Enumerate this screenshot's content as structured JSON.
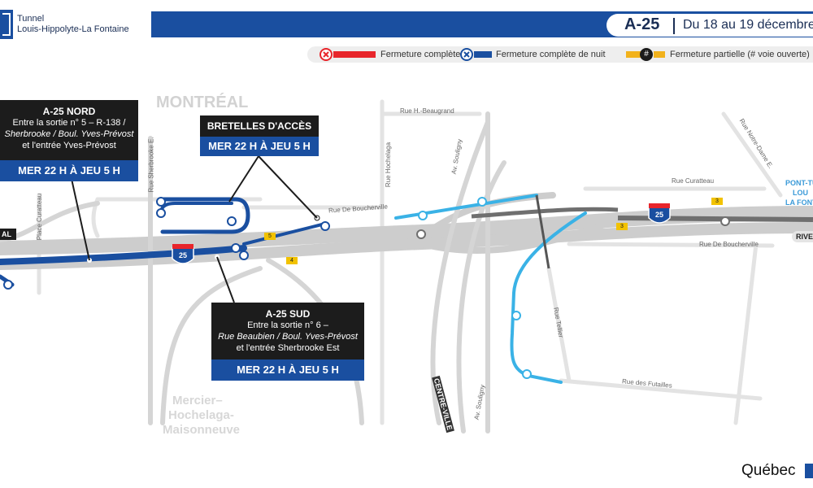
{
  "header": {
    "brand_line1": "Tunnel",
    "brand_line2": "Louis-Hippolyte-La Fontaine",
    "title": "A-25",
    "dates": "Du 18 au 19 décembre"
  },
  "legend": {
    "items": [
      {
        "label": "Fermeture complète",
        "color": "#e8252b",
        "icon": "x-circle-icon"
      },
      {
        "label": "Fermeture complète de nuit",
        "color": "#1a4fa0",
        "icon": "x-circle-icon"
      },
      {
        "label": "Fermeture partielle (# voie ouverte)",
        "color": "#f2b21c",
        "icon": "number-circle-icon",
        "icon_text": "#"
      }
    ]
  },
  "callouts": {
    "a25_nord": {
      "title": "A-25 NORD",
      "line1": "Entre la sortie n° 5 – R-138 /",
      "line2": "Sherbrooke / Boul. Yves-Prévost",
      "line3": "et l'entrée Yves-Prévost",
      "time": "MER 22 H À JEU 5 H"
    },
    "bretelles": {
      "title": "BRETELLES D'ACCÈS",
      "time": "MER 22 H À JEU 5 H"
    },
    "a25_sud": {
      "title": "A-25 SUD",
      "line1": "Entre la sortie n° 6 –",
      "line2": "Rue Beaubien / Boul. Yves-Prévost",
      "line3": "et l'entrée Sherbrooke Est",
      "time": "MER 22 H À JEU 5 H"
    }
  },
  "map": {
    "area_montreal": "MONTRÉAL",
    "area_mhm_1": "Mercier–",
    "area_mhm_2": "Hochelaga-",
    "area_mhm_3": "Maisonneuve",
    "streets": {
      "beaugrand": "Rue H.-Beaugrand",
      "sherbrooke": "Rue Sherbrooke E.",
      "curatteau_place": "Place Curatteau",
      "hochelaga": "Rue Hochelaga",
      "souligny_top": "Av. Souligny",
      "souligny_bottom": "Av. Souligny",
      "notre_dame": "Rue Notre-Dame E.",
      "curatteau": "Rue Curatteau",
      "boucherville_left": "Rue De Boucherville",
      "boucherville_right": "Rue De Boucherville",
      "tellier": "Rue Tellier",
      "futailles": "Rue des Futailles"
    },
    "pont_tunnel_1": "PONT-TU",
    "pont_tunnel_2": "LOU",
    "pont_tunnel_3": "LA FONT",
    "left_sign": "AL",
    "rive_sign": "RIVE-",
    "centre_ville": "CENTRE-VILLE",
    "route_label": "25",
    "lane_badges": [
      "5",
      "4",
      "3",
      "3"
    ]
  },
  "footer": {
    "quebec": "Québec"
  },
  "colors": {
    "night_closure": "#1a4fa0",
    "full_closure": "#e8252b",
    "partial": "#f2c200",
    "detour": "#3ab2e6",
    "road": "#cfcfcf",
    "road_dark": "#6f6f6f"
  }
}
